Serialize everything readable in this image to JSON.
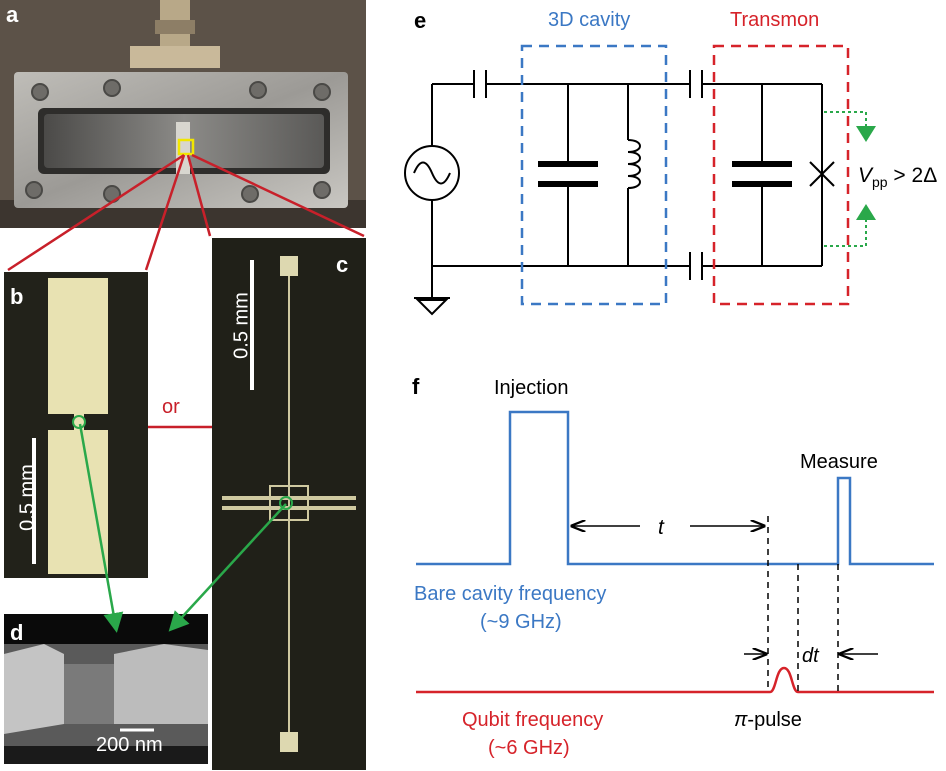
{
  "panels": {
    "a": "a",
    "b": "b",
    "c": "c",
    "d": "d",
    "e": "e",
    "f": "f"
  },
  "photos": {
    "b_scale": "0.5 mm",
    "c_scale": "0.5 mm",
    "d_scale": "200 nm",
    "or_label": "or"
  },
  "circuit": {
    "cavity_label": "3D cavity",
    "transmon_label": "Transmon",
    "vpp_v": "V",
    "vpp_sub": "pp",
    "vpp_rest": " > 2Δ",
    "cavity_color": "#3b78c4",
    "transmon_color": "#d6232a",
    "arrow_color": "#2aa84a"
  },
  "timing": {
    "injection": "Injection",
    "measure": "Measure",
    "t": "t",
    "dt": "dt",
    "cavity_line_1": "Bare cavity frequency",
    "cavity_line_2": "(~9 GHz)",
    "qubit_line_1": "Qubit frequency",
    "qubit_line_2": "(~6 GHz)",
    "pi_pulse_pi": "π",
    "pi_pulse_rest": "-pulse",
    "cavity_color": "#3b78c4",
    "qubit_color": "#d6232a"
  }
}
